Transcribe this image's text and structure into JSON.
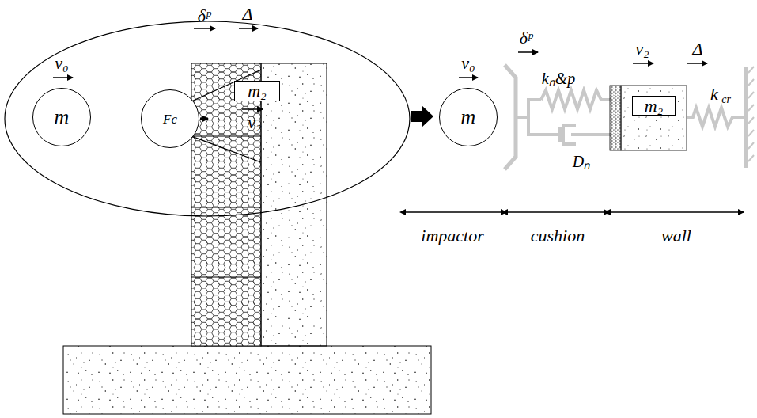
{
  "diagram": {
    "nodes": [
      {
        "text": [
          "m"
        ]
      },
      {
        "text": [
          "Fc"
        ]
      },
      {
        "text": [
          "m₂"
        ]
      },
      {
        "text": [
          "m"
        ]
      },
      {
        "text": [
          "m₂"
        ]
      }
    ],
    "labels": [
      "v₀",
      "δᵖ",
      "Δ",
      "v₂",
      "v₀",
      "δᵖ",
      "kₙ&p",
      "Dₙ",
      "v₂",
      "Δ",
      "k",
      "cr",
      "impactor",
      "cushion",
      "wall"
    ]
  }
}
